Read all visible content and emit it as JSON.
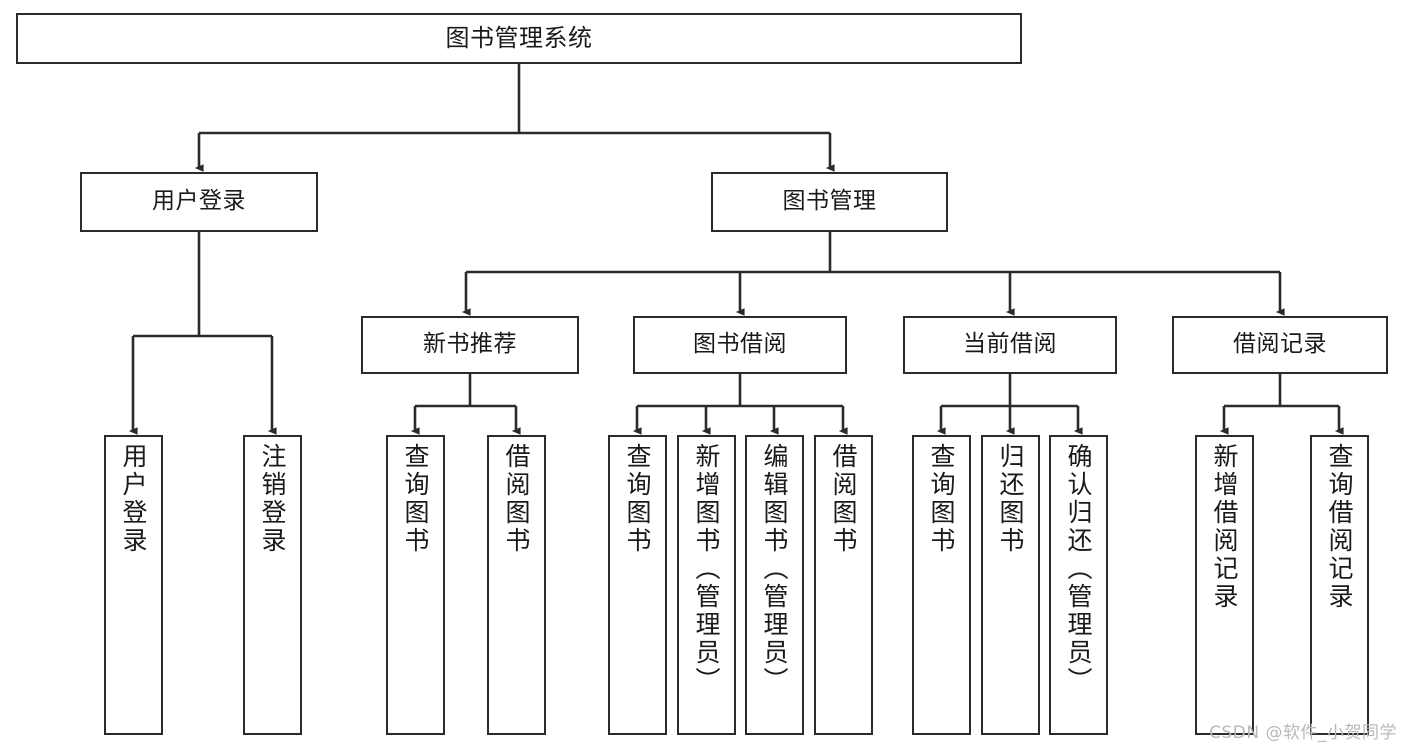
{
  "diagram": {
    "title": "图书管理系统",
    "type": "tree",
    "stroke_color": "#2b2b2b",
    "fill_color": "#ffffff",
    "text_color": "#1a1a1a"
  },
  "nodes": {
    "root": {
      "label": "图书管理系统"
    },
    "level2": [
      {
        "id": "user-login",
        "label": "用户登录"
      },
      {
        "id": "book-manage",
        "label": "图书管理"
      }
    ],
    "level3": [
      {
        "id": "new-book-recommend",
        "label": "新书推荐"
      },
      {
        "id": "book-borrow",
        "label": "图书借阅"
      },
      {
        "id": "current-borrow",
        "label": "当前借阅"
      },
      {
        "id": "borrow-record",
        "label": "借阅记录"
      }
    ],
    "leaves": [
      {
        "id": "leaf-user-login",
        "label": "用户登录",
        "parent": "user-login"
      },
      {
        "id": "leaf-logout-login",
        "label": "注销登录",
        "parent": "user-login"
      },
      {
        "id": "leaf-query-book-1",
        "label": "查询图书",
        "parent": "new-book-recommend"
      },
      {
        "id": "leaf-borrow-book-1",
        "label": "借阅图书",
        "parent": "new-book-recommend"
      },
      {
        "id": "leaf-query-book-2",
        "label": "查询图书",
        "parent": "book-borrow"
      },
      {
        "id": "leaf-add-book",
        "label": "新增图书（管理员）",
        "parent": "book-borrow"
      },
      {
        "id": "leaf-edit-book",
        "label": "编辑图书（管理员）",
        "parent": "book-borrow"
      },
      {
        "id": "leaf-borrow-book-2",
        "label": "借阅图书",
        "parent": "book-borrow"
      },
      {
        "id": "leaf-query-book-3",
        "label": "查询图书",
        "parent": "current-borrow"
      },
      {
        "id": "leaf-return-book",
        "label": "归还图书",
        "parent": "current-borrow"
      },
      {
        "id": "leaf-confirm-return",
        "label": "确认归还（管理员）",
        "parent": "current-borrow"
      },
      {
        "id": "leaf-add-record",
        "label": "新增借阅记录",
        "parent": "borrow-record"
      },
      {
        "id": "leaf-query-record",
        "label": "查询借阅记录",
        "parent": "borrow-record"
      }
    ]
  },
  "watermark": {
    "text": "CSDN @软件_小贺同学"
  }
}
